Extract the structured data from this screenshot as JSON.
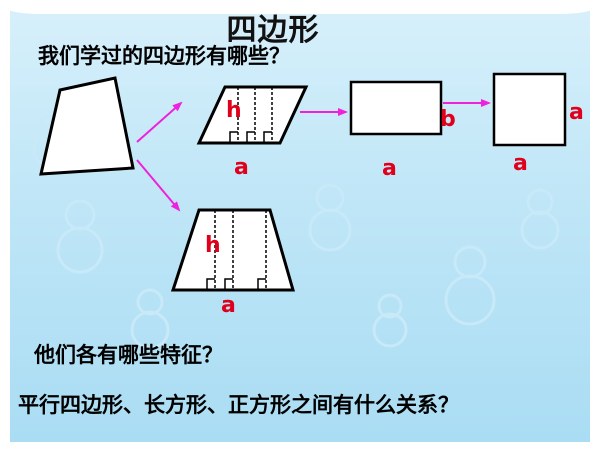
{
  "title": "四边形",
  "question_1": "我们学过的四边形有哪些？",
  "question_2": "他们各有哪些特征？",
  "question_3": "平行四边形、长方形、正方形之间有什么关系？",
  "labels": {
    "parallelogram_height": "h",
    "parallelogram_base": "a",
    "rectangle_base": "a",
    "rectangle_side": "b",
    "square_base": "a",
    "square_side": "a",
    "trapezoid_height": "h",
    "trapezoid_base": "a"
  },
  "colors": {
    "arrow": "#ee22dd",
    "label": "#e0001b",
    "outline": "#000000"
  }
}
